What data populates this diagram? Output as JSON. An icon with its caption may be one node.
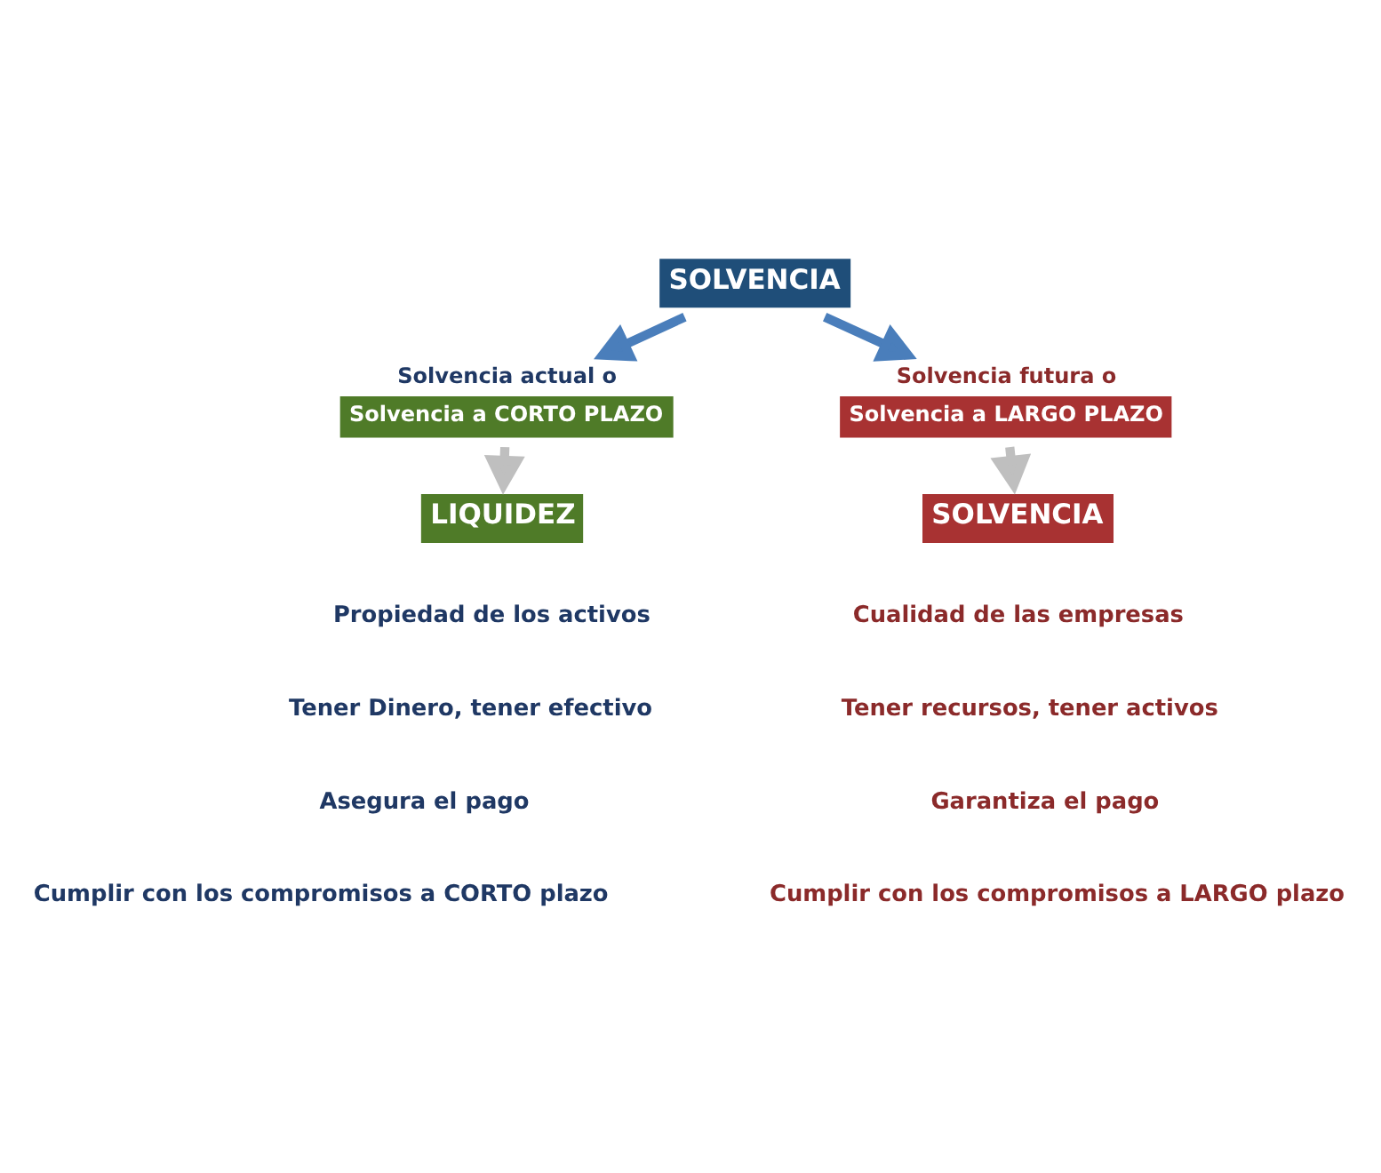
{
  "diagram": {
    "nodes": [
      {
        "text": [
          "SOLVENCIA"
        ]
      },
      {
        "text": [
          "Solvencia actual o",
          "Solvencia a CORTO PLAZO"
        ]
      },
      {
        "text": [
          "Solvencia futura o",
          "Solvencia a LARGO PLAZO"
        ]
      },
      {
        "text": [
          "LIQUIDEZ"
        ]
      },
      {
        "text": [
          "SOLVENCIA"
        ]
      }
    ],
    "edges": [
      {
        "from": 0,
        "to": 1,
        "arrow": "to",
        "color": "#4a7ebb"
      },
      {
        "from": 0,
        "to": 2,
        "arrow": "to",
        "color": "#4a7ebb"
      },
      {
        "from": 1,
        "to": 3,
        "arrow": "to",
        "color": "#bfbfbf"
      },
      {
        "from": 2,
        "to": 4,
        "arrow": "to",
        "color": "#bfbfbf"
      }
    ],
    "labels": [
      "Propiedad de los activos",
      "Cualidad de las empresas",
      "Tener Dinero, tener efectivo",
      "Tener recursos, tener activos",
      "Asegura el pago",
      "Garantiza el pago",
      "Cumplir con los compromisos a CORTO plazo",
      "Cumplir con los compromisos a LARGO plazo"
    ]
  }
}
